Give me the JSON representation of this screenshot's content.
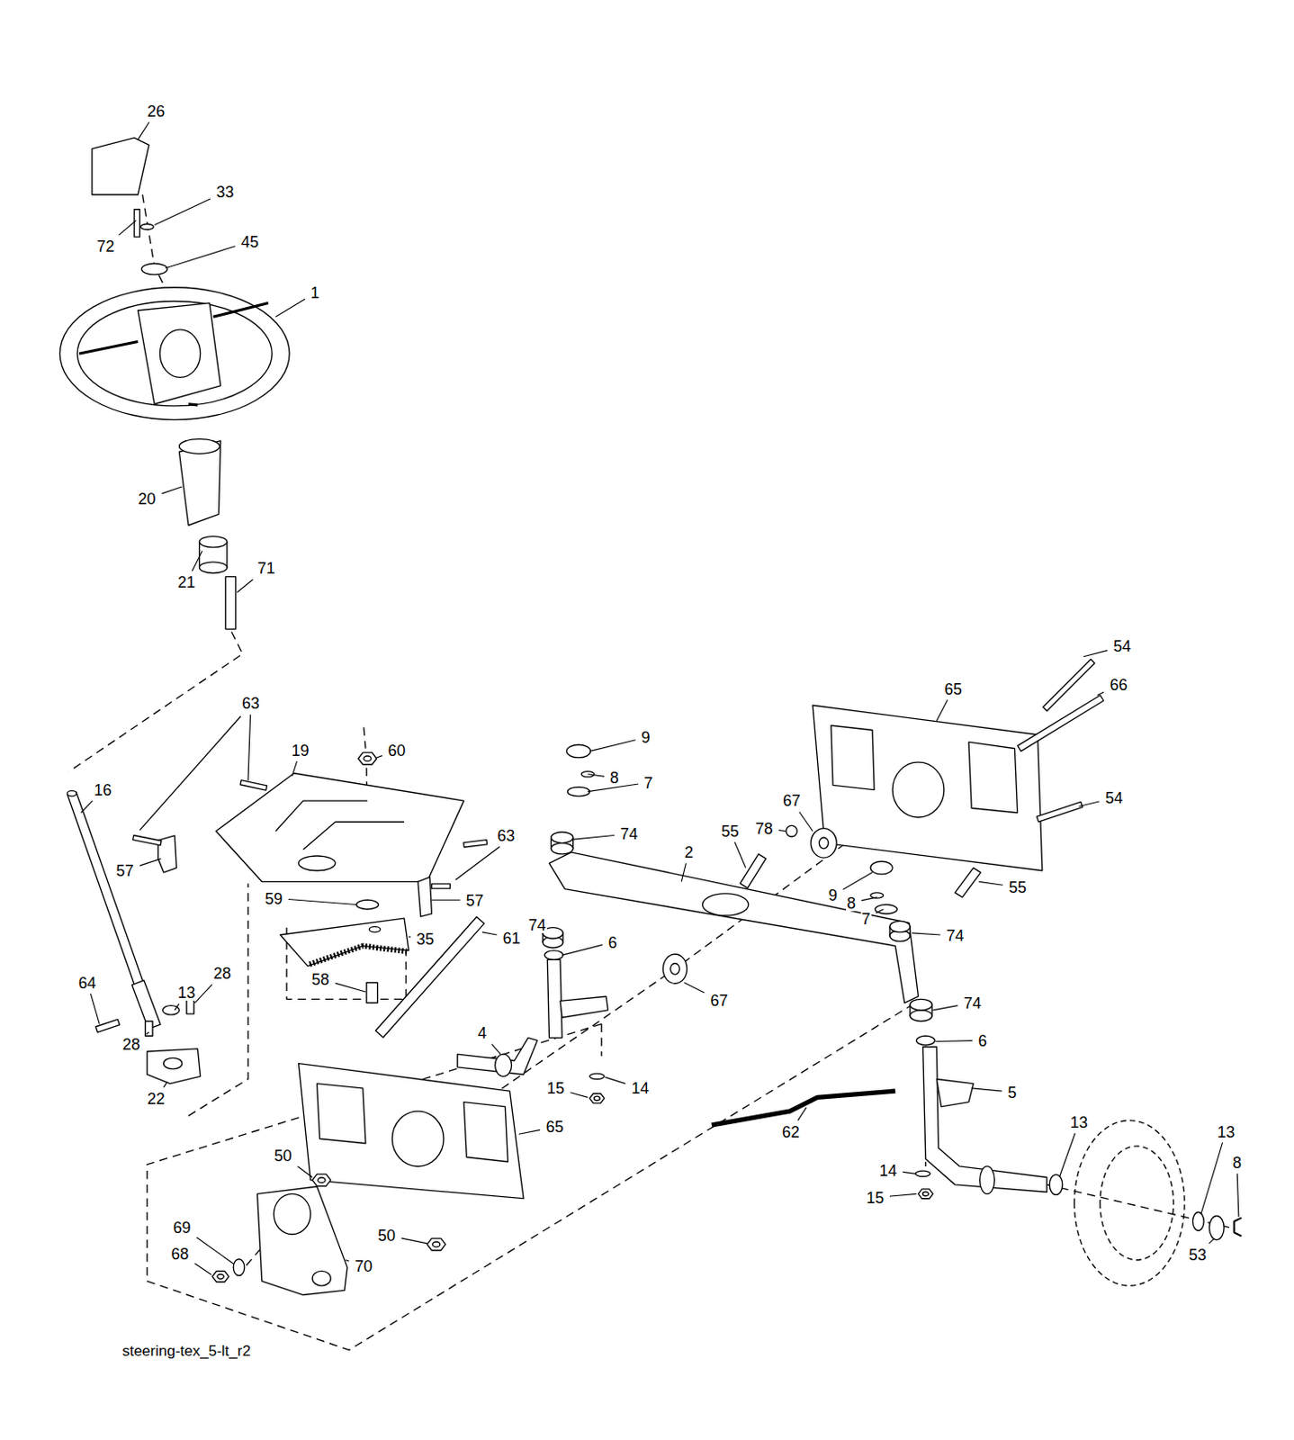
{
  "diagram": {
    "labels": [
      "26",
      "33",
      "72",
      "45",
      "1",
      "20",
      "21",
      "71",
      "54",
      "65",
      "66",
      "63",
      "9",
      "60",
      "19",
      "16",
      "8",
      "7",
      "67",
      "78",
      "55",
      "74",
      "2",
      "63",
      "54",
      "57",
      "9",
      "8",
      "57",
      "59",
      "55",
      "7",
      "74",
      "61",
      "74",
      "6",
      "35",
      "58",
      "64",
      "13",
      "28",
      "67",
      "74",
      "6",
      "28",
      "4",
      "15",
      "14",
      "5",
      "22",
      "65",
      "62",
      "13",
      "13",
      "8",
      "14",
      "15",
      "50",
      "53",
      "50",
      "69",
      "68",
      "70",
      "steering-tex_5-lt_r2"
    ]
  }
}
